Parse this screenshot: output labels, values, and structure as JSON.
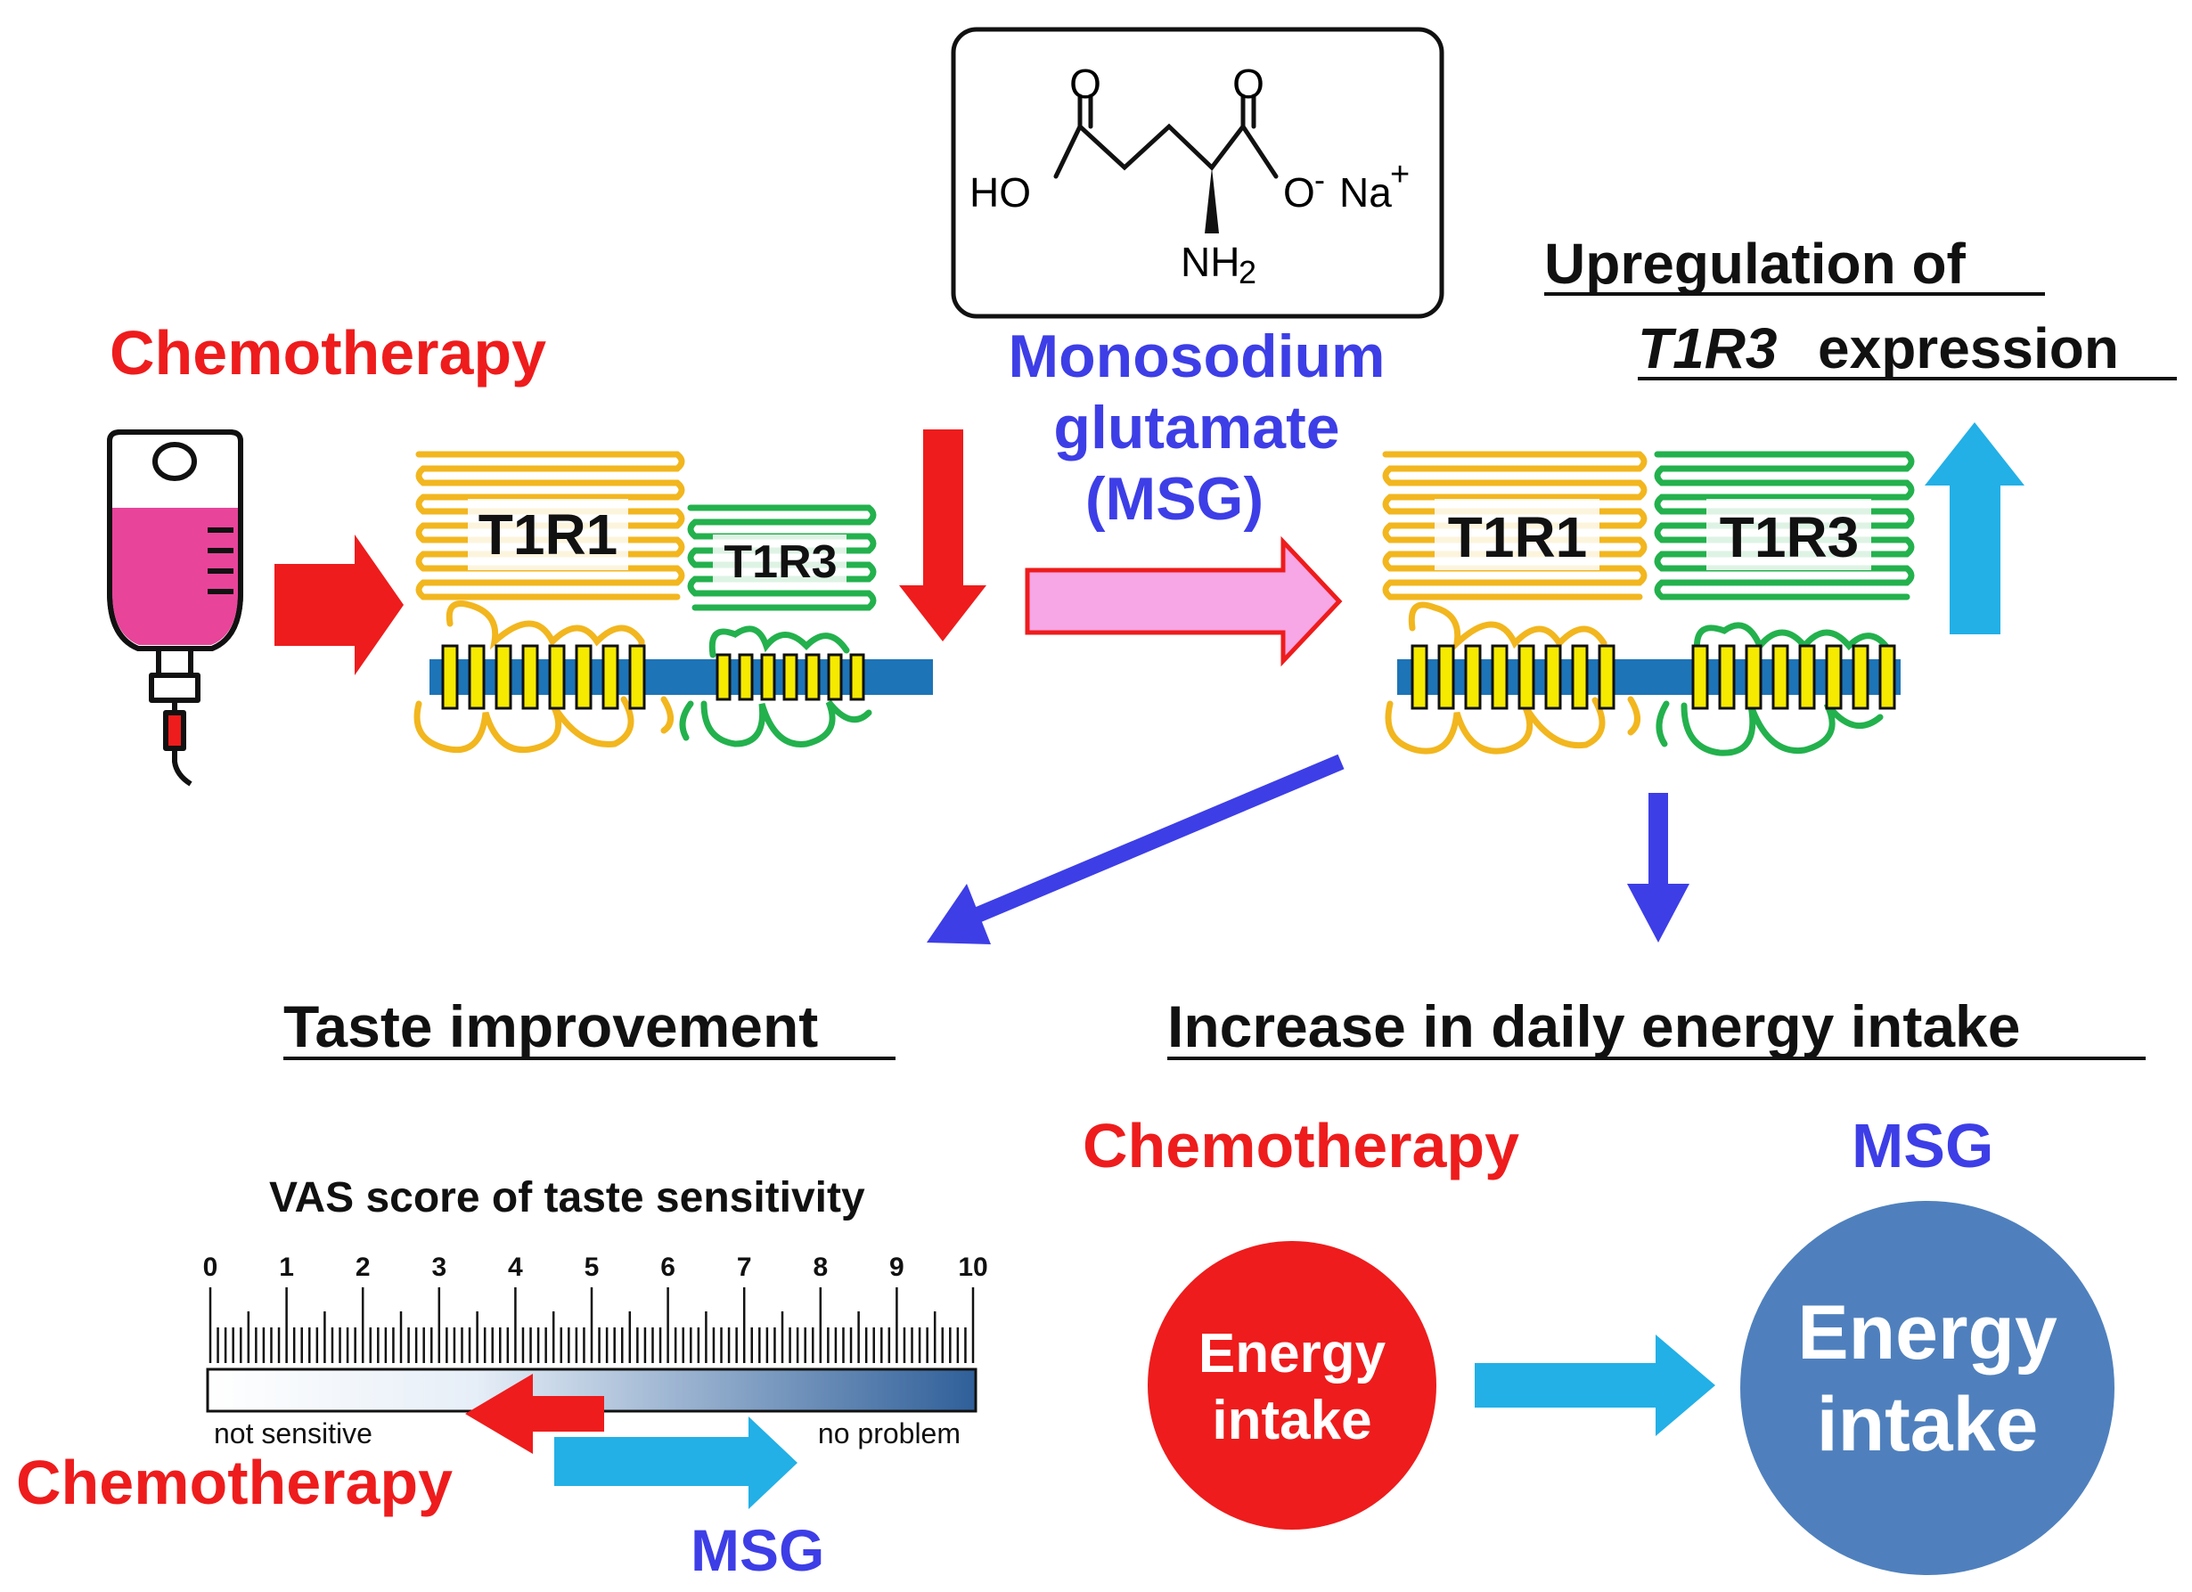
{
  "labels": {
    "chemo_top": "Chemotherapy",
    "msg_line1": "Monosodium",
    "msg_line2": "glutamate",
    "msg_line3": "(MSG)",
    "upreg_line1": "Upregulation of",
    "upreg_gene": "T1R3",
    "upreg_rest": "expression",
    "receptor_a": "T1R1",
    "receptor_b": "T1R3",
    "taste_heading": "Taste improvement",
    "energy_heading": "Increase in daily energy intake",
    "vas_title": "VAS score of taste sensitivity",
    "vas_left": "not sensitive",
    "vas_right": "no problem",
    "chemo_vas": "Chemotherapy",
    "msg_vas": "MSG",
    "chemo_energy": "Chemotherapy",
    "msg_energy": "MSG",
    "energy_line1": "Energy",
    "energy_line2": "intake"
  },
  "molecule": {
    "o_left": "O",
    "o_right": "O",
    "ho": "HO",
    "o_minus": "O",
    "minus": "-",
    "na": "Na",
    "plus": "+",
    "nh": "NH",
    "sub2": "2"
  },
  "vas_ticks": [
    "0",
    "1",
    "2",
    "3",
    "4",
    "5",
    "6",
    "7",
    "8",
    "9",
    "10"
  ],
  "colors": {
    "red": "#ee1c1c",
    "blue_text": "#3d3ee6",
    "cyan": "#22b0e6",
    "pink": "#f7a6e6",
    "magenta_bag": "#e8449a",
    "t1r1": "#f2b61e",
    "t1r3": "#23b14d",
    "membrane": "#1d74b6",
    "steel": "#4f80bd",
    "yellow": "#f5ea00"
  }
}
